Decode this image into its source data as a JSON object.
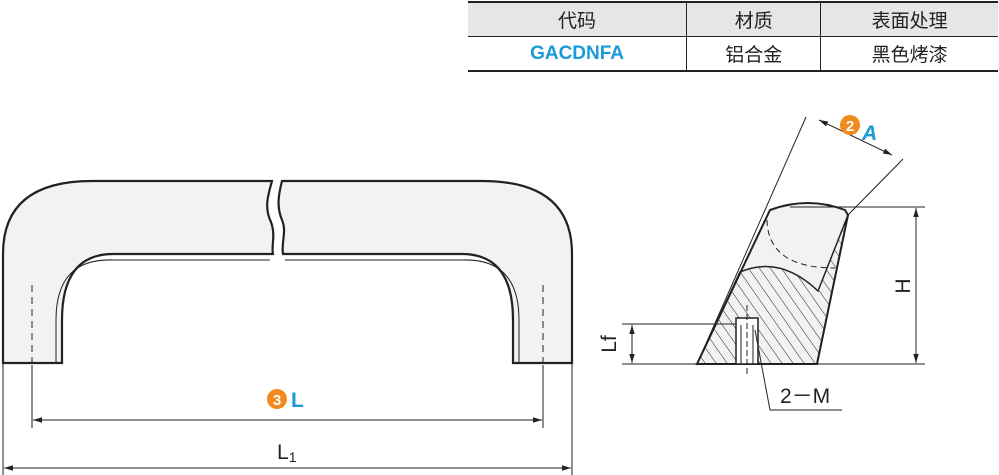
{
  "table": {
    "headers": [
      "代码",
      "材质",
      "表面处理"
    ],
    "row": {
      "code": "GACDNFA",
      "material": "铝合金",
      "finish": "黑色烤漆"
    }
  },
  "dimensions": {
    "L": {
      "badge": "3",
      "label": "L"
    },
    "L1": {
      "main": "L",
      "sub": "1"
    },
    "A": {
      "badge": "2",
      "label": "A"
    },
    "H": "H",
    "Lf": "Lf",
    "thread": "2－M"
  },
  "colors": {
    "accent_blue": "#1a9ad6",
    "badge_orange": "#f08a1c",
    "line": "#222222",
    "header_bg": "#e6e6e6"
  }
}
